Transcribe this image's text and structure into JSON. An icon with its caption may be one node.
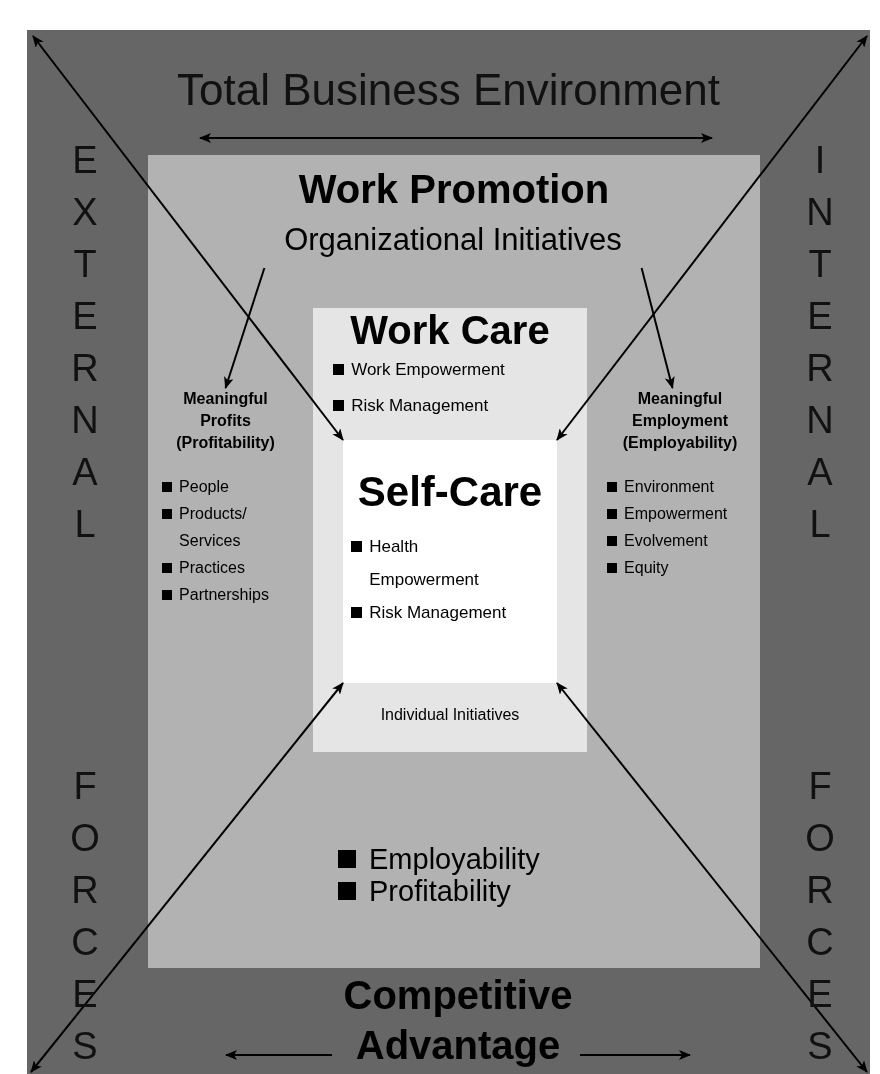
{
  "diagram": {
    "nodes": [
      {
        "text": [
          "Total Business Environment",
          "EXTERNAL",
          "INTERNAL",
          "FORCES",
          "Competitive Advantage",
          "FORCES"
        ]
      },
      {
        "text": [
          "Work Promotion",
          "Employability",
          "Profitability"
        ],
        "in": 0
      },
      {
        "text": [
          "Organizational Initiatives"
        ],
        "in": 1
      },
      {
        "text": [
          "Meaningful Profits (Profitability)",
          "People",
          "Products/ Services",
          "Practices",
          "Partnerships"
        ],
        "in": 1
      },
      {
        "text": [
          "Work Care",
          "Work Empowerment",
          "Risk Management",
          "Individual Initiatives"
        ],
        "in": 1
      },
      {
        "text": [
          "Self-Care",
          "Health Empowerment",
          "Risk Management"
        ],
        "in": 4
      },
      {
        "text": [
          "Meaningful Employment (Employability)",
          "Environment",
          "Empowerment",
          "Evolvement",
          "Equity"
        ],
        "in": 1
      }
    ],
    "edges": [
      {
        "from": 0,
        "to": 5,
        "arrow": "both"
      },
      {
        "from": 0,
        "to": 5,
        "arrow": "both"
      },
      {
        "from": 0,
        "to": 5,
        "arrow": "both"
      },
      {
        "from": 0,
        "to": 5,
        "arrow": "both"
      },
      {
        "from": 2,
        "to": 3,
        "arrow": "to"
      },
      {
        "from": 2,
        "to": 6,
        "arrow": "to"
      }
    ]
  }
}
